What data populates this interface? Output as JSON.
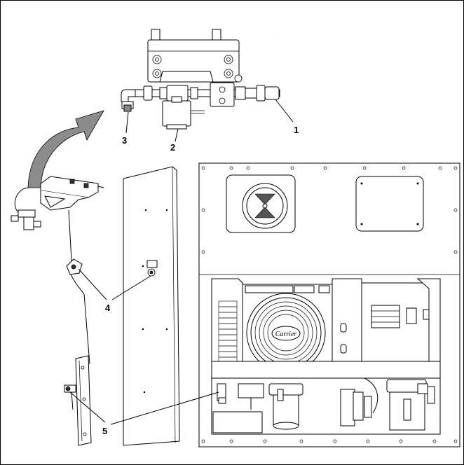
{
  "callouts": [
    {
      "id": "1",
      "label": "1"
    },
    {
      "id": "2",
      "label": "2"
    },
    {
      "id": "3",
      "label": "3"
    },
    {
      "id": "4",
      "label": "4"
    },
    {
      "id": "5",
      "label": "5"
    }
  ],
  "logo_text": "Carrier",
  "colors": {
    "line": "#000000",
    "arrow_fill": "#8c8c8c",
    "background": "#ffffff"
  }
}
